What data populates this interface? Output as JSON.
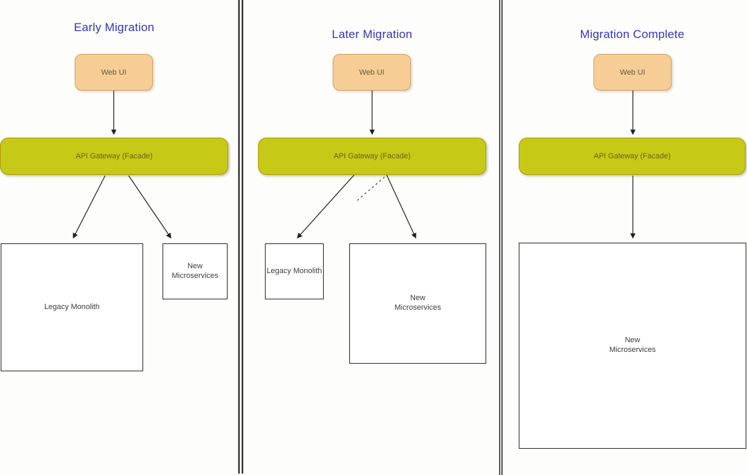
{
  "colors": {
    "title_blue": "#3634bd",
    "webui_fill": "#f5cd95",
    "webui_border": "#d2a360",
    "gateway_fill": "#c6c916",
    "gateway_border": "#b3960f",
    "box_border": "#2b2b2b",
    "line": "#1f1f1f"
  },
  "panels": [
    {
      "title": "Early Migration",
      "web_ui_label": "Web UI",
      "gateway_label": "API Gateway (Facade)",
      "legacy_label": "Legacy Monolith",
      "microservices_label": "New\nMicroservices"
    },
    {
      "title": "Later Migration",
      "web_ui_label": "Web UI",
      "gateway_label": "API Gateway (Facade)",
      "legacy_label": "Legacy Monolith",
      "microservices_label": "New\nMicroservices"
    },
    {
      "title": "Migration Complete",
      "web_ui_label": "Web UI",
      "gateway_label": "API Gateway (Facade)",
      "microservices_label": "New\nMicroservices"
    }
  ]
}
